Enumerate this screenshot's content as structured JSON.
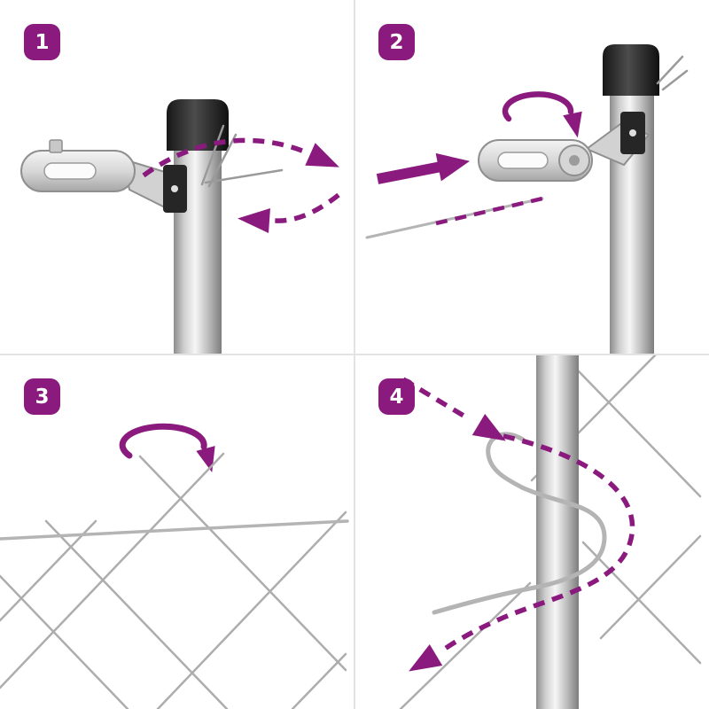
{
  "colors": {
    "accent": "#8a1a7e",
    "divider": "#e3e3e3",
    "wire": "#b4b4b4",
    "mesh": "#adadad",
    "badge_text": "#ffffff",
    "background": "#ffffff"
  },
  "panels": [
    {
      "step": "1"
    },
    {
      "step": "2"
    },
    {
      "step": "3"
    },
    {
      "step": "4"
    }
  ]
}
